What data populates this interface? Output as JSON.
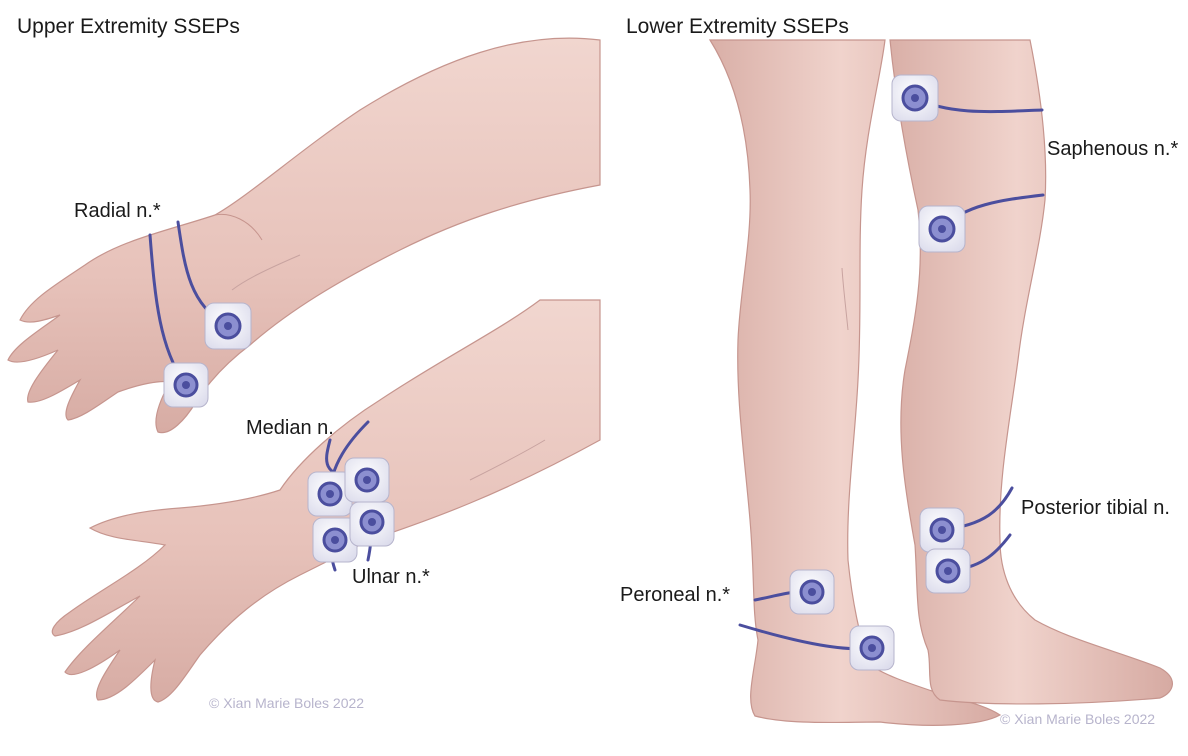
{
  "titles": {
    "upper": "Upper Extremity SSEPs",
    "lower": "Lower Extremity SSEPs"
  },
  "labels": {
    "radial": "Radial n.*",
    "median": "Median n.",
    "ulnar": "Ulnar n.*",
    "saphenous": "Saphenous n.*",
    "posterior_tibial": "Posterior tibial n.",
    "peroneal": "Peroneal n.*"
  },
  "credits": {
    "left": "© Xian Marie Boles 2022",
    "right": "© Xian Marie Boles 2022"
  },
  "colors": {
    "skin": "#ecccc4",
    "skin_shadow": "#d6aaa2",
    "skin_dark": "#c48f88",
    "wire": "#4b4e9e",
    "electrode": "#eeeef8",
    "credit": "#b7b4cc"
  }
}
